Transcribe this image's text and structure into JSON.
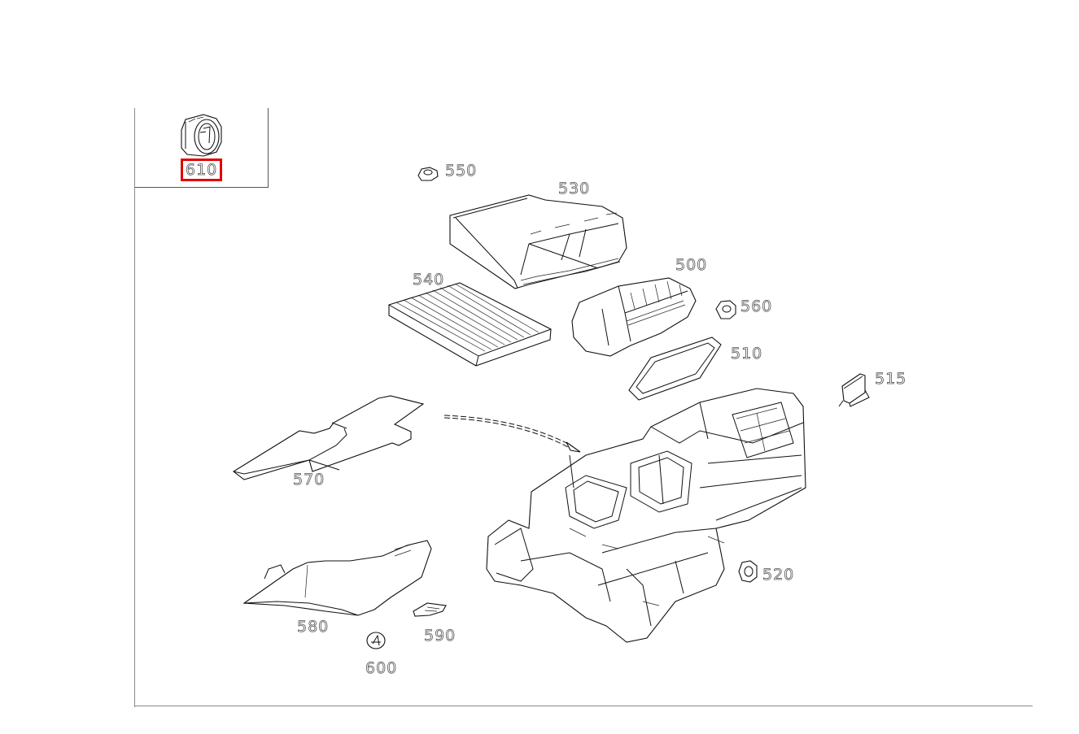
{
  "diagram": {
    "type": "exploded parts diagram",
    "selected_part": "610",
    "highlight_color": "#e00000",
    "line_color": "#111111",
    "frame_color": "#8a8a8a",
    "inset": {
      "part": "610",
      "label": "610"
    },
    "callouts": [
      {
        "id": "610",
        "label": "610"
      },
      {
        "id": "550",
        "label": "550"
      },
      {
        "id": "530",
        "label": "530"
      },
      {
        "id": "540",
        "label": "540"
      },
      {
        "id": "500",
        "label": "500"
      },
      {
        "id": "560",
        "label": "560"
      },
      {
        "id": "510",
        "label": "510"
      },
      {
        "id": "515",
        "label": "515"
      },
      {
        "id": "570",
        "label": "570"
      },
      {
        "id": "520",
        "label": "520"
      },
      {
        "id": "580",
        "label": "580"
      },
      {
        "id": "590",
        "label": "590"
      },
      {
        "id": "600",
        "label": "600"
      }
    ],
    "parts": [
      {
        "id": "610",
        "shape": "round-connector"
      },
      {
        "id": "550",
        "shape": "flange-nut"
      },
      {
        "id": "530",
        "shape": "filter-housing-cover"
      },
      {
        "id": "540",
        "shape": "cabin-air-filter"
      },
      {
        "id": "500",
        "shape": "blower-housing"
      },
      {
        "id": "560",
        "shape": "flange-nut"
      },
      {
        "id": "510",
        "shape": "seal-gasket"
      },
      {
        "id": "515",
        "shape": "clip"
      },
      {
        "id": "570",
        "shape": "insulation-mat"
      },
      {
        "id": "520",
        "shape": "flange-nut"
      },
      {
        "id": "580",
        "shape": "air-duct-cover"
      },
      {
        "id": "590",
        "shape": "retaining-clip"
      },
      {
        "id": "600",
        "shape": "push-rivet"
      },
      {
        "id": "main-unit",
        "shape": "hvac-heater-box-assembly"
      }
    ]
  }
}
